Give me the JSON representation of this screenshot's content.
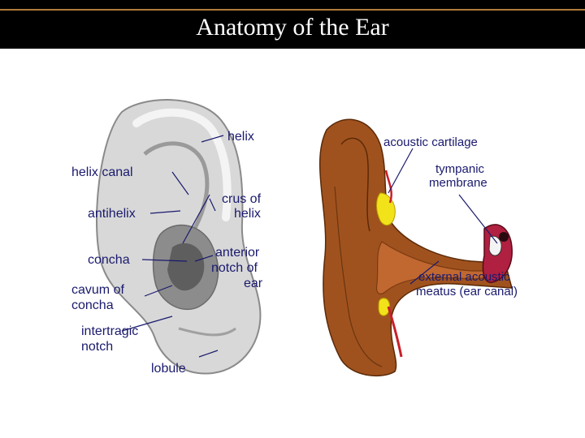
{
  "title": "Anatomy of the Ear",
  "colors": {
    "title_bg": "#000000",
    "title_text": "#ffffff",
    "title_rule": "#b07a3a",
    "label_text": "#1a1a6e",
    "outer_ear_fill": "#d8d8d8",
    "ear_skin": "#a0521e",
    "cartilage": "#f2e21a",
    "membrane": "#b02040"
  },
  "outer_ear_labels": {
    "helix": "helix",
    "helix_canal": "helix canal",
    "antihelix": "antihelix",
    "crus_line1": "crus of",
    "crus_line2": "helix",
    "concha": "concha",
    "anterior_line1": "anterior",
    "anterior_line2": "notch of",
    "anterior_line3": "ear",
    "cavum_line1": "cavum of",
    "cavum_line2": "concha",
    "intertragic_line1": "intertragic",
    "intertragic_line2": "notch",
    "lobule": "lobule"
  },
  "cross_section_labels": {
    "acoustic_cartilage": "acoustic cartilage",
    "tympanic_line1": "tympanic",
    "tympanic_line2": "membrane",
    "meatus_line1": "external acoustic",
    "meatus_line2": "meatus (ear canal)"
  }
}
